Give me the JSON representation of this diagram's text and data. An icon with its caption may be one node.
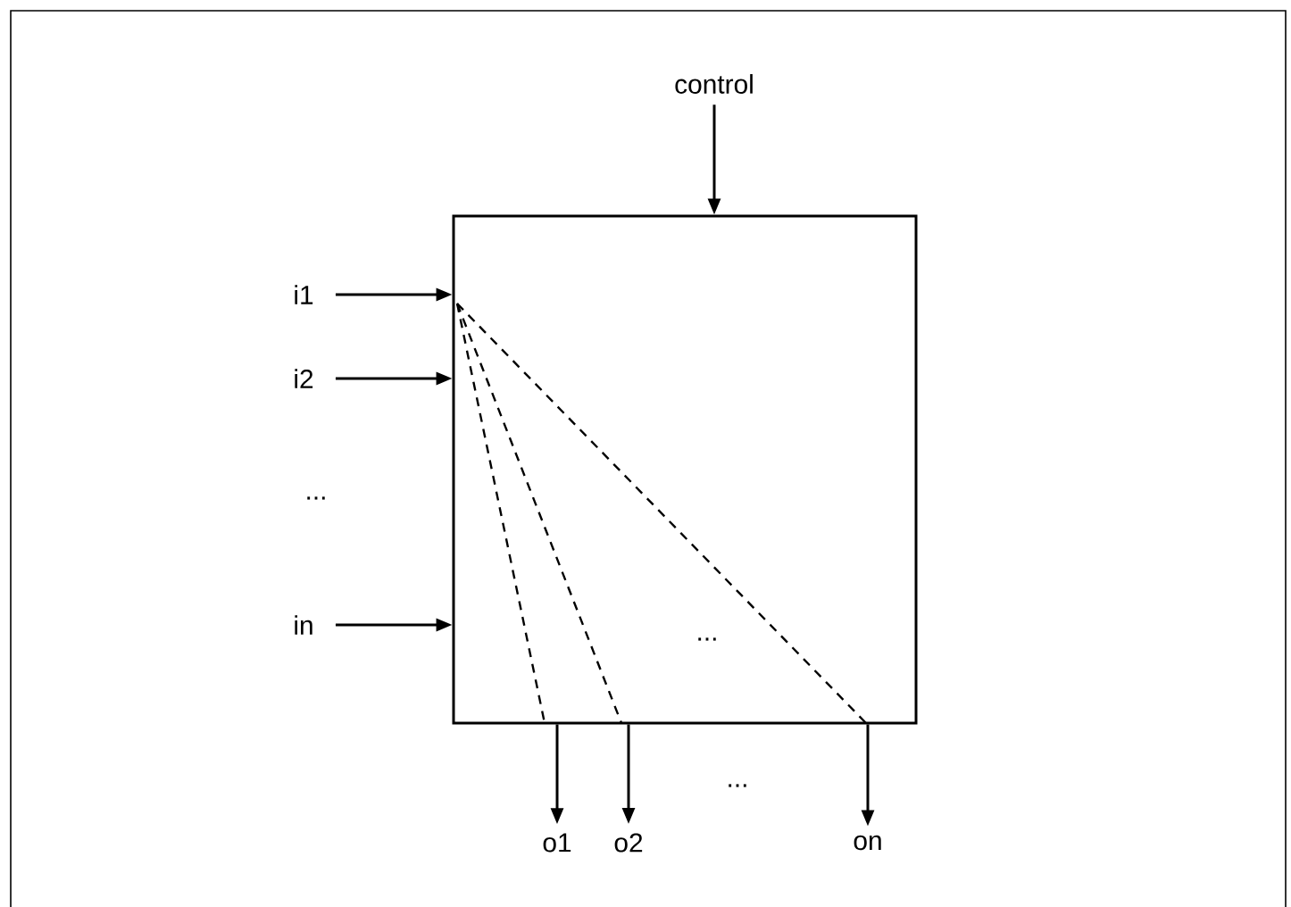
{
  "diagram": {
    "nodes": [
      {
        "text": [],
        "shape": "box"
      },
      {
        "text": [
          "control"
        ]
      },
      {
        "text": [
          "i1"
        ]
      },
      {
        "text": [
          "i2"
        ]
      },
      {
        "text": [
          "in"
        ]
      },
      {
        "text": [
          "o1"
        ]
      },
      {
        "text": [
          "o2"
        ]
      },
      {
        "text": [
          "on"
        ]
      }
    ],
    "edges": [
      {
        "from": 1,
        "to": 0,
        "arrow": "to"
      },
      {
        "from": 2,
        "to": 0,
        "arrow": "to"
      },
      {
        "from": 3,
        "to": 0,
        "arrow": "to"
      },
      {
        "from": 4,
        "to": 0,
        "arrow": "to"
      },
      {
        "from": 0,
        "to": 5,
        "arrow": "to"
      },
      {
        "from": 0,
        "to": 6,
        "arrow": "to"
      },
      {
        "from": 0,
        "to": 7,
        "arrow": "to"
      }
    ],
    "labels": [
      "...",
      "...",
      "..."
    ]
  }
}
